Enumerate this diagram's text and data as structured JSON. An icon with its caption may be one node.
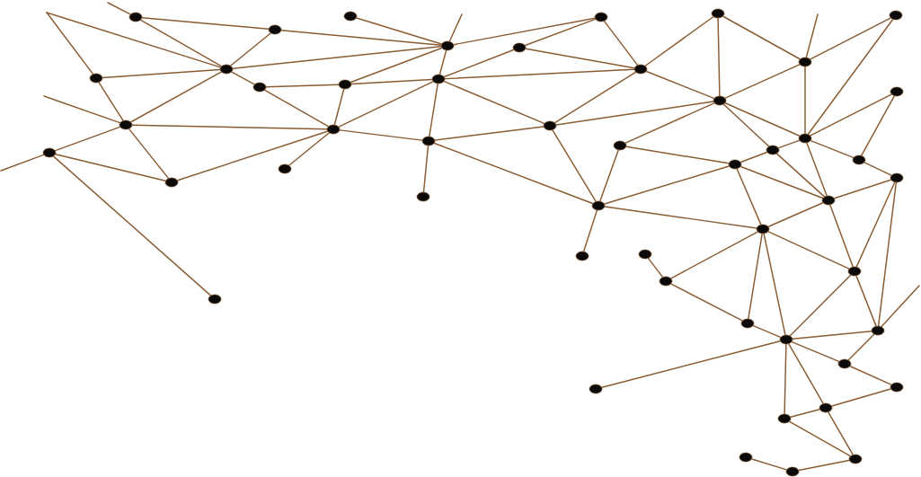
{
  "diagram": {
    "nodes": [
      {
        "text": [],
        "shape": "circle"
      },
      {
        "text": [],
        "shape": "circle"
      },
      {
        "text": [],
        "shape": "circle"
      },
      {
        "text": [],
        "shape": "circle"
      },
      {
        "text": [],
        "shape": "circle"
      },
      {
        "text": [],
        "shape": "circle"
      },
      {
        "text": [],
        "shape": "circle"
      },
      {
        "text": [],
        "shape": "circle"
      },
      {
        "text": [],
        "shape": "circle"
      },
      {
        "text": [],
        "shape": "circle"
      },
      {
        "text": [],
        "shape": "circle"
      },
      {
        "text": [],
        "shape": "circle"
      },
      {
        "text": [],
        "shape": "circle"
      },
      {
        "text": [],
        "shape": "circle"
      },
      {
        "text": [],
        "shape": "circle"
      },
      {
        "text": [],
        "shape": "circle"
      },
      {
        "text": [],
        "shape": "circle"
      },
      {
        "text": [],
        "shape": "circle"
      },
      {
        "text": [],
        "shape": "circle"
      },
      {
        "text": [],
        "shape": "circle"
      },
      {
        "text": [],
        "shape": "circle"
      },
      {
        "text": [],
        "shape": "circle"
      },
      {
        "text": [],
        "shape": "circle"
      },
      {
        "text": [],
        "shape": "circle"
      },
      {
        "text": [],
        "shape": "circle"
      },
      {
        "text": [],
        "shape": "circle"
      },
      {
        "text": [],
        "shape": "circle"
      },
      {
        "text": [],
        "shape": "circle"
      },
      {
        "text": [],
        "shape": "circle"
      },
      {
        "text": [],
        "shape": "circle"
      },
      {
        "text": [],
        "shape": "circle"
      },
      {
        "text": [],
        "shape": "circle"
      },
      {
        "text": [],
        "shape": "circle"
      },
      {
        "text": [],
        "shape": "circle"
      },
      {
        "text": [],
        "shape": "circle"
      },
      {
        "text": [],
        "shape": "circle"
      },
      {
        "text": [],
        "shape": "circle"
      },
      {
        "text": [],
        "shape": "circle"
      },
      {
        "text": [],
        "shape": "circle"
      },
      {
        "text": [],
        "shape": "circle"
      },
      {
        "text": [],
        "shape": "circle"
      },
      {
        "text": [],
        "shape": "circle"
      },
      {
        "text": [],
        "shape": "circle"
      },
      {
        "text": [],
        "shape": "circle"
      },
      {
        "text": [],
        "shape": "circle"
      },
      {
        "text": [],
        "shape": "circle"
      },
      {
        "text": [],
        "shape": "circle"
      },
      {
        "text": [],
        "shape": "circle"
      },
      {
        "text": [],
        "shape": "circle"
      },
      {
        "text": [],
        "shape": "circle"
      }
    ],
    "edges": [
      {
        "from": null,
        "to": 0,
        "arrow": "none"
      },
      {
        "from": null,
        "to": 2,
        "arrow": "none"
      },
      {
        "from": null,
        "to": 3,
        "arrow": "none"
      },
      {
        "from": null,
        "to": 5,
        "arrow": "none"
      },
      {
        "from": null,
        "to": 6,
        "arrow": "none"
      },
      {
        "from": null,
        "to": 11,
        "arrow": "none"
      },
      {
        "from": null,
        "to": 24,
        "arrow": "none"
      },
      {
        "from": null,
        "to": 41,
        "arrow": "none"
      },
      {
        "from": 0,
        "to": 1,
        "arrow": "none"
      },
      {
        "from": 0,
        "to": 2,
        "arrow": "none"
      },
      {
        "from": 1,
        "to": 2,
        "arrow": "none"
      },
      {
        "from": 1,
        "to": 11,
        "arrow": "none"
      },
      {
        "from": 2,
        "to": 3,
        "arrow": "none"
      },
      {
        "from": 2,
        "to": 5,
        "arrow": "none"
      },
      {
        "from": 2,
        "to": 4,
        "arrow": "none"
      },
      {
        "from": 2,
        "to": 11,
        "arrow": "none"
      },
      {
        "from": 3,
        "to": 5,
        "arrow": "none"
      },
      {
        "from": 4,
        "to": 16,
        "arrow": "none"
      },
      {
        "from": 4,
        "to": 14,
        "arrow": "none"
      },
      {
        "from": 5,
        "to": 6,
        "arrow": "none"
      },
      {
        "from": 5,
        "to": 7,
        "arrow": "none"
      },
      {
        "from": 5,
        "to": 16,
        "arrow": "none"
      },
      {
        "from": 6,
        "to": 7,
        "arrow": "none"
      },
      {
        "from": 6,
        "to": 9,
        "arrow": "none"
      },
      {
        "from": 7,
        "to": 16,
        "arrow": "none"
      },
      {
        "from": 8,
        "to": 16,
        "arrow": "none"
      },
      {
        "from": 10,
        "to": 11,
        "arrow": "none"
      },
      {
        "from": 11,
        "to": 13,
        "arrow": "none"
      },
      {
        "from": 11,
        "to": 14,
        "arrow": "none"
      },
      {
        "from": 11,
        "to": 15,
        "arrow": "none"
      },
      {
        "from": 12,
        "to": 13,
        "arrow": "none"
      },
      {
        "from": 12,
        "to": 15,
        "arrow": "none"
      },
      {
        "from": 12,
        "to": 23,
        "arrow": "none"
      },
      {
        "from": 13,
        "to": 23,
        "arrow": "none"
      },
      {
        "from": 14,
        "to": 15,
        "arrow": "none"
      },
      {
        "from": 14,
        "to": 16,
        "arrow": "none"
      },
      {
        "from": 15,
        "to": 23,
        "arrow": "none"
      },
      {
        "from": 15,
        "to": 16,
        "arrow": "none"
      },
      {
        "from": 15,
        "to": 17,
        "arrow": "none"
      },
      {
        "from": 15,
        "to": 18,
        "arrow": "none"
      },
      {
        "from": 16,
        "to": 17,
        "arrow": "none"
      },
      {
        "from": 17,
        "to": 18,
        "arrow": "none"
      },
      {
        "from": 17,
        "to": 19,
        "arrow": "none"
      },
      {
        "from": 17,
        "to": 20,
        "arrow": "none"
      },
      {
        "from": 18,
        "to": 23,
        "arrow": "none"
      },
      {
        "from": 18,
        "to": 26,
        "arrow": "none"
      },
      {
        "from": 18,
        "to": 20,
        "arrow": "none"
      },
      {
        "from": 20,
        "to": 21,
        "arrow": "none"
      },
      {
        "from": 20,
        "to": 35,
        "arrow": "none"
      },
      {
        "from": 20,
        "to": 30,
        "arrow": "none"
      },
      {
        "from": 20,
        "to": 34,
        "arrow": "none"
      },
      {
        "from": 21,
        "to": 30,
        "arrow": "none"
      },
      {
        "from": 21,
        "to": 26,
        "arrow": "none"
      },
      {
        "from": 22,
        "to": 23,
        "arrow": "none"
      },
      {
        "from": 22,
        "to": 26,
        "arrow": "none"
      },
      {
        "from": 22,
        "to": 24,
        "arrow": "none"
      },
      {
        "from": 23,
        "to": 26,
        "arrow": "none"
      },
      {
        "from": 24,
        "to": 25,
        "arrow": "none"
      },
      {
        "from": 24,
        "to": 26,
        "arrow": "none"
      },
      {
        "from": 24,
        "to": 28,
        "arrow": "none"
      },
      {
        "from": 25,
        "to": 28,
        "arrow": "none"
      },
      {
        "from": 26,
        "to": 28,
        "arrow": "none"
      },
      {
        "from": 26,
        "to": 29,
        "arrow": "none"
      },
      {
        "from": 27,
        "to": 28,
        "arrow": "none"
      },
      {
        "from": 27,
        "to": 31,
        "arrow": "none"
      },
      {
        "from": 28,
        "to": 29,
        "arrow": "none"
      },
      {
        "from": 28,
        "to": 31,
        "arrow": "none"
      },
      {
        "from": 28,
        "to": 33,
        "arrow": "none"
      },
      {
        "from": 29,
        "to": 30,
        "arrow": "none"
      },
      {
        "from": 29,
        "to": 33,
        "arrow": "none"
      },
      {
        "from": 30,
        "to": 33,
        "arrow": "none"
      },
      {
        "from": 30,
        "to": 34,
        "arrow": "none"
      },
      {
        "from": 31,
        "to": 32,
        "arrow": "none"
      },
      {
        "from": 32,
        "to": 33,
        "arrow": "none"
      },
      {
        "from": 32,
        "to": 38,
        "arrow": "none"
      },
      {
        "from": 32,
        "to": 41,
        "arrow": "none"
      },
      {
        "from": 33,
        "to": 34,
        "arrow": "none"
      },
      {
        "from": 33,
        "to": 38,
        "arrow": "none"
      },
      {
        "from": 34,
        "to": 38,
        "arrow": "none"
      },
      {
        "from": 34,
        "to": 37,
        "arrow": "none"
      },
      {
        "from": 34,
        "to": 39,
        "arrow": "none"
      },
      {
        "from": 34,
        "to": 40,
        "arrow": "none"
      },
      {
        "from": 36,
        "to": 37,
        "arrow": "none"
      },
      {
        "from": 37,
        "to": 39,
        "arrow": "none"
      },
      {
        "from": 38,
        "to": 40,
        "arrow": "none"
      },
      {
        "from": 38,
        "to": 41,
        "arrow": "none"
      },
      {
        "from": 39,
        "to": 40,
        "arrow": "none"
      },
      {
        "from": 40,
        "to": 41,
        "arrow": "none"
      },
      {
        "from": 40,
        "to": 42,
        "arrow": "none"
      },
      {
        "from": 40,
        "to": 43,
        "arrow": "none"
      },
      {
        "from": 40,
        "to": 46,
        "arrow": "none"
      },
      {
        "from": 40,
        "to": 45,
        "arrow": "none"
      },
      {
        "from": 41,
        "to": 42,
        "arrow": "none"
      },
      {
        "from": 42,
        "to": 44,
        "arrow": "none"
      },
      {
        "from": 44,
        "to": 45,
        "arrow": "none"
      },
      {
        "from": 45,
        "to": 46,
        "arrow": "none"
      },
      {
        "from": 45,
        "to": 49,
        "arrow": "none"
      },
      {
        "from": 46,
        "to": 49,
        "arrow": "none"
      },
      {
        "from": 47,
        "to": 48,
        "arrow": "none"
      },
      {
        "from": 48,
        "to": 49,
        "arrow": "none"
      }
    ]
  }
}
